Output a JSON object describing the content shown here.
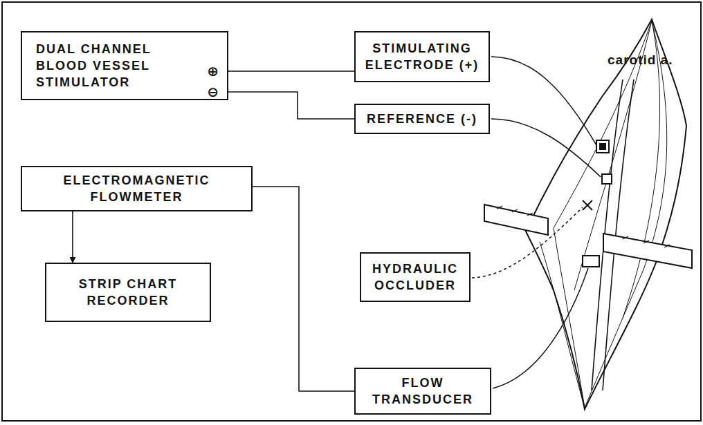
{
  "diagram": {
    "nodes": [
      {
        "text": [
          "DUAL CHANNEL BLOOD VESSEL STIMULATOR",
          "⊕",
          "⊖"
        ]
      },
      {
        "text": [
          "STIMULATING ELECTRODE (+)"
        ]
      },
      {
        "text": [
          "REFERENCE (-)"
        ]
      },
      {
        "text": [
          "ELECTROMAGNETIC FLOWMETER"
        ]
      },
      {
        "text": [
          "STRIP CHART RECORDER"
        ]
      },
      {
        "text": [
          "HYDRAULIC OCCLUDER"
        ]
      },
      {
        "text": [
          "FLOW TRANSDUCER"
        ]
      }
    ],
    "edges": [
      {
        "from": 0,
        "to": 1,
        "arrow": "none"
      },
      {
        "from": 0,
        "to": 2,
        "arrow": "none"
      },
      {
        "from": 3,
        "to": 4,
        "arrow": "to"
      },
      {
        "from": 3,
        "to": 6,
        "arrow": "none"
      }
    ],
    "labels": [
      "carotid a."
    ]
  }
}
